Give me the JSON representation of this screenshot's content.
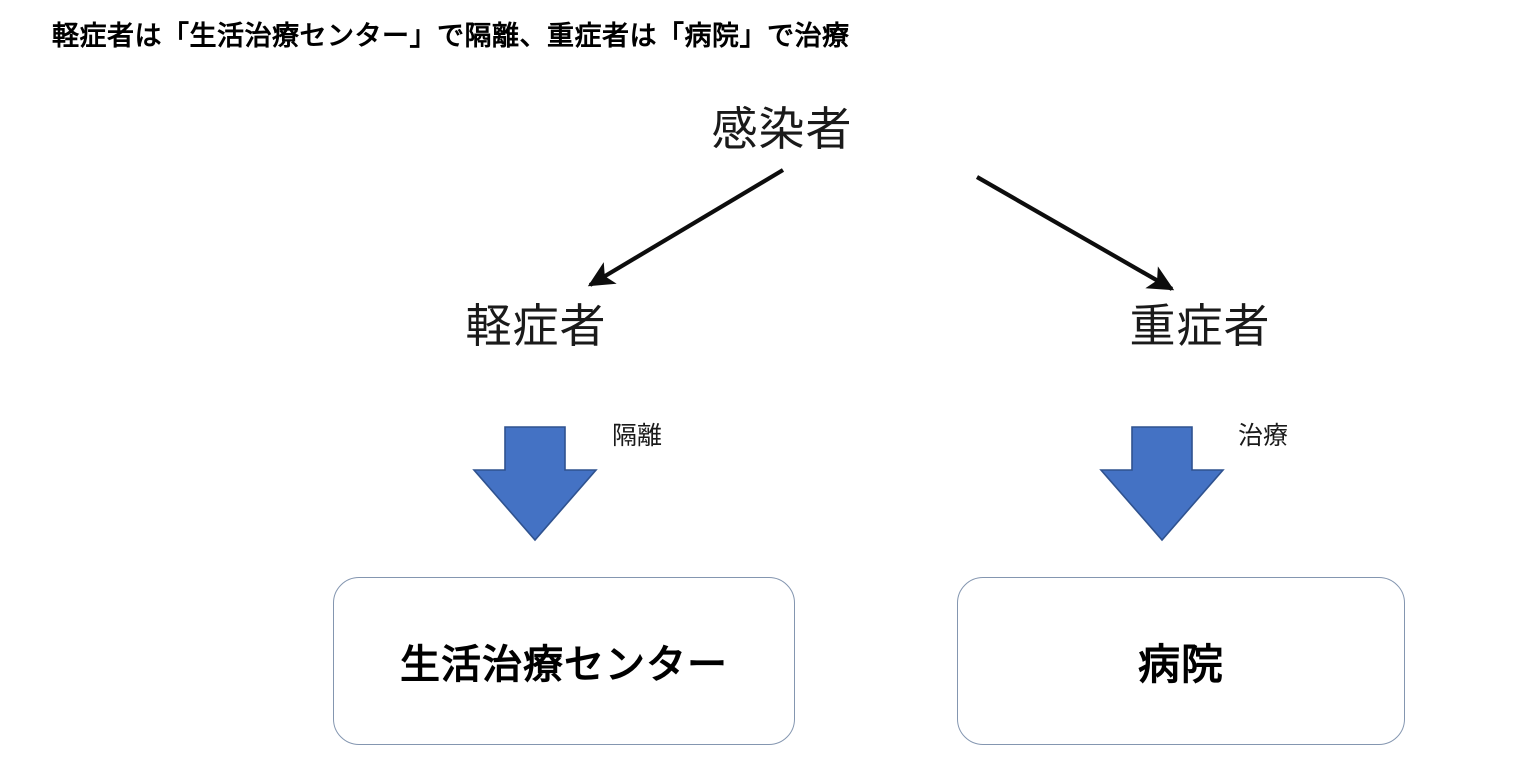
{
  "document": {
    "title": "軽症者は「生活治療センター」で隔離、重症者は「病院」で治療",
    "language": "ja",
    "background_color": "#ffffff"
  },
  "diagram": {
    "type": "flowchart",
    "orientation": "top-down",
    "nodes": {
      "root": {
        "label": "感染者",
        "role": "source-node"
      },
      "mild": {
        "label": "軽症者",
        "role": "branch-node-left"
      },
      "severe": {
        "label": "重症者",
        "role": "branch-node-right"
      },
      "living_center": {
        "label": "生活治療センター",
        "role": "destination-box-left"
      },
      "hospital": {
        "label": "病院",
        "role": "destination-box-right"
      }
    },
    "edges": {
      "root_to_mild": {
        "label": "",
        "style": "thin-black-arrow-diagonal"
      },
      "root_to_severe": {
        "label": "",
        "style": "thin-black-arrow-diagonal"
      },
      "mild_to_living_center": {
        "label": "隔離",
        "style": "blue-block-arrow-down"
      },
      "severe_to_hospital": {
        "label": "治療",
        "style": "blue-block-arrow-down"
      }
    }
  },
  "colors": {
    "title_text": "#000000",
    "node_text": "#1a1a1a",
    "connector_arrow": "#0d0d0d",
    "block_arrow_fill": "#4472c4",
    "block_arrow_stroke": "#2f528f",
    "box_border": "#8496b0",
    "box_fill": "#ffffff",
    "canvas": "#ffffff"
  }
}
